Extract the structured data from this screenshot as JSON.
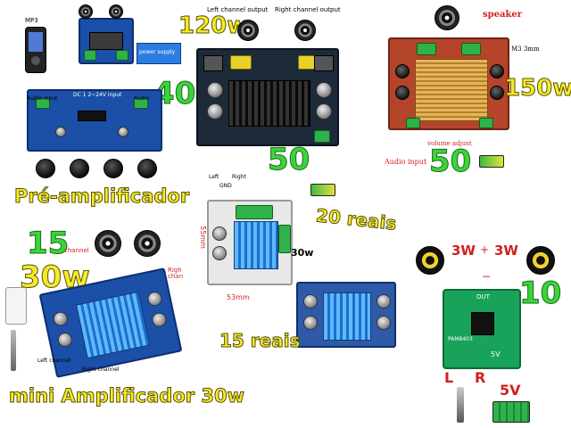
{
  "labels": {
    "mp3": "MP3",
    "audio_input_left": "Audio input",
    "audio_input_right": "Audio",
    "dc_input": "DC 1 2~24V input",
    "power_supply": "power supply",
    "preamp_title": "Pré-amplificador",
    "preamp_price": "40",
    "left_channel_output": "Left channel output",
    "right_channel_output": "Right channel output",
    "amp120_title": "120w",
    "amp120_price": "50",
    "amp120_left": "Left",
    "amp120_gnd": "GND",
    "amp120_right": "Right",
    "speaker": "speaker",
    "m3_hole": "M3 3mm",
    "amp150_title": "150w",
    "amp150_price": "50",
    "audio_input_150": "Audio input",
    "volume_adjust": "volume adjust",
    "amp30_price": "15",
    "amp30_watts": "30w",
    "channel_left": "channel",
    "channel_right": "Righ chan",
    "left_channel": "Left channel",
    "right_channel": "Right channel",
    "small_price": "20 reais",
    "small_watts": "30w",
    "dim_55": "55mm",
    "dim_53": "53mm",
    "small2_price": "15 reais",
    "mini_title": "mini Amplificador 30w",
    "amp3w_left": "3W",
    "amp3w_right": "3W",
    "amp3w_price": "10",
    "amp3w_L": "L",
    "amp3w_R": "R",
    "amp3w_5v": "5V",
    "amp3w_5v_board": "5V",
    "amp3w_out": "OUT",
    "amp3w_chip": "PAM8403",
    "plus": "+",
    "minus": "−"
  },
  "colors": {
    "yellow_text": "#f4ea2a",
    "green_text": "#3ad43a",
    "red_text": "#d21f1f",
    "outline": "#222222"
  },
  "icons": [
    "speaker-icon",
    "battery-icon",
    "mp3-player-icon",
    "audio-jack-icon",
    "phone-icon"
  ]
}
